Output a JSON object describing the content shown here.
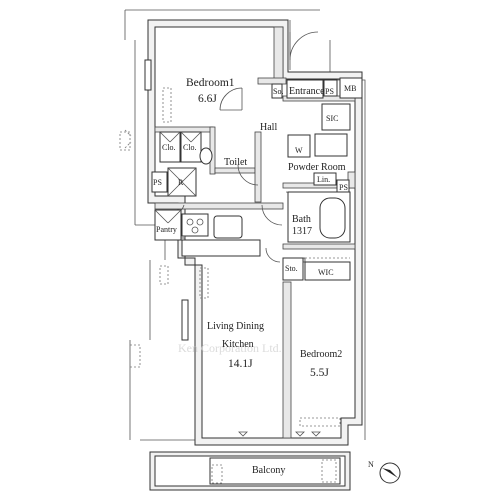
{
  "rooms": {
    "bedroom1": {
      "name": "Bedroom1",
      "size": "6.6J"
    },
    "living": {
      "name_line1": "Living Dining",
      "name_line2": "Kitchen",
      "size": "14.1J"
    },
    "bedroom2": {
      "name": "Bedroom2",
      "size": "5.5J"
    },
    "bath": {
      "name": "Bath",
      "size": "1317"
    }
  },
  "labels": {
    "entrance": "Entrance",
    "ps": "PS",
    "mb": "MB",
    "so": "So.",
    "hall": "Hall",
    "sic": "SIC",
    "w": "W",
    "powder_room": "Powder Room",
    "toilet": "Toilet",
    "clo": "Clo.",
    "r": "R",
    "lin": "Lin.",
    "pantry": "Pantry",
    "sto": "Sto.",
    "wic": "WIC",
    "balcony": "Balcony",
    "north": "N"
  },
  "watermark": "Ken Corporation Ltd."
}
